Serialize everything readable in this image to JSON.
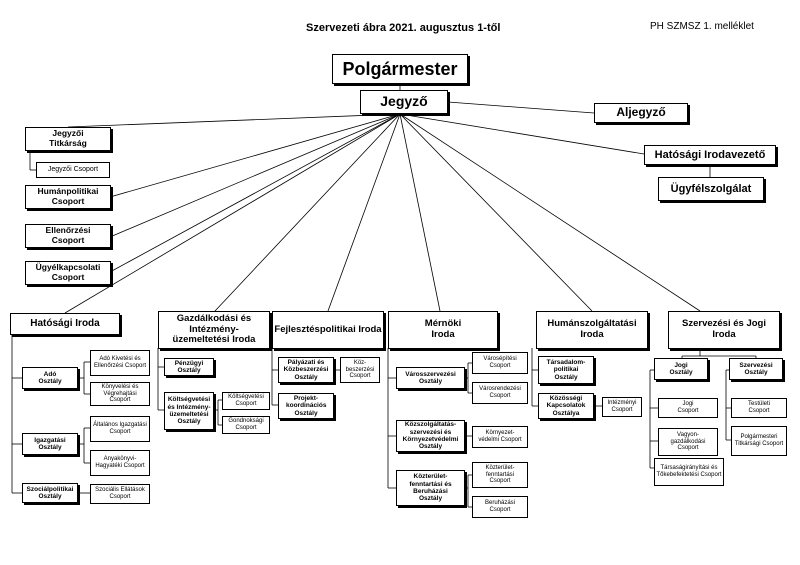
{
  "header": {
    "title": "Szervezeti ábra 2021. augusztus 1-től",
    "annex": "PH SZMSZ 1. melléklet"
  },
  "top": {
    "mayor": "Polgármester",
    "notary": "Jegyző",
    "deputy_notary": "Aljegyző",
    "authority_head": "Hatósági Irodavezető",
    "customer_service": "Ügyfélszolgálat"
  },
  "left_units": {
    "secretariat": "Jegyzői Titkárság",
    "secretariat_group": "Jegyzői Csoport",
    "hr": "Humánpolitikai Csoport",
    "control": "Ellenőrzési Csoport",
    "duty": "Ügyélkapcsolati Csoport"
  },
  "offices": [
    "Hatósági Iroda",
    "Gazdálkodási és Intézmény-üzemeltetési Iroda",
    "Fejlesztéspolitikai Iroda",
    "Mérnöki Iroda",
    "Humánszolgáltatási Iroda",
    "Szervezési és Jogi Iroda"
  ],
  "hatosagi": {
    "ado_dept": "Adó Osztály",
    "ado_groups": [
      "Adó Kivetési és Ellenőrzési Csoport",
      "Könyvelési és Végrehajtási Csoport"
    ],
    "igazgatasi_dept": "Igazgatási Osztály",
    "igazgatasi_groups": [
      "Általános Igazgatási Csoport",
      "Anyakönyvi-Hagyatéki Csoport"
    ],
    "szocpol_dept": "Szociálpolitikai Osztály",
    "szocpol_group": "Szociális Ellátások Csoport"
  },
  "gazdalkodasi": {
    "penzugyi": "Pénzügyi Osztály",
    "koltsegvetesi_dept": "Költségvetési és Intézmény-üzemeltetési Osztály",
    "groups": [
      "Költségvetési Csoport",
      "Gondnoksági Csoport"
    ]
  },
  "fejlesztes": {
    "palyazati": "Pályázati és Közbeszerzési Osztály",
    "kozbeszerzesi": "Köz-beszerzési Csoport",
    "projekt": "Projekt-koordinációs Osztály"
  },
  "mernoki": {
    "varos_dept": "Városszervezési Osztály",
    "varos_groups": [
      "Városépítési Csoport",
      "Városrendezési Csoport"
    ],
    "kozszolg_dept": "Közszolgáltatás-szervezési és Környezetvédelmi Osztály",
    "kozszolg_group": "Környezet-védelmi Csoport",
    "kozterulet_dept": "Közterület-fenntartási és Beruházási Osztály",
    "kozterulet_groups": [
      "Közterület-fenntartási Csoport",
      "Beruházási Csoport"
    ]
  },
  "human": {
    "tarsadalom": "Társadalom-politikai Osztály",
    "kozossegi": "Közösségi Kapcsolatok Osztálya",
    "intezmenyi": "Intézményi Csoport"
  },
  "szervezesi": {
    "jogi_dept": "Jogi Osztály",
    "szerv_dept": "Szervezési Osztály",
    "jogi_groups": [
      "Jogi Csoport",
      "Vagyon-gazdálkodási Csoport",
      "Társaságirányítási és Tőkebefektetési Csoport"
    ],
    "szerv_groups": [
      "Testületi Csoport",
      "Polgármesteri Titkársági Csoport"
    ]
  }
}
